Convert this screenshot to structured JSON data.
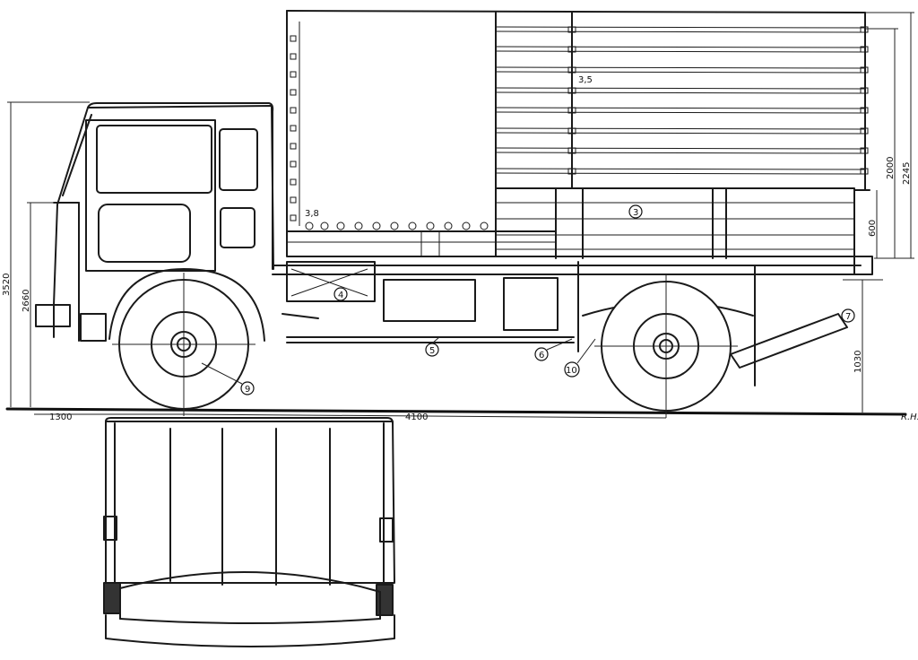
{
  "dimensions": {
    "height_total": "3520",
    "cab_height": "2660",
    "box_height_outer": "2245",
    "box_height_inner": "2000",
    "side_board": "600",
    "front_overhang": "1300",
    "wheelbase": "4100",
    "rear_height": "1030"
  },
  "labels": {
    "upper_dim": "3,5",
    "lower_dim": "3,8"
  },
  "callouts": [
    "3",
    "4",
    "5",
    "6",
    "7",
    "9",
    "10"
  ],
  "signature": "R.H."
}
